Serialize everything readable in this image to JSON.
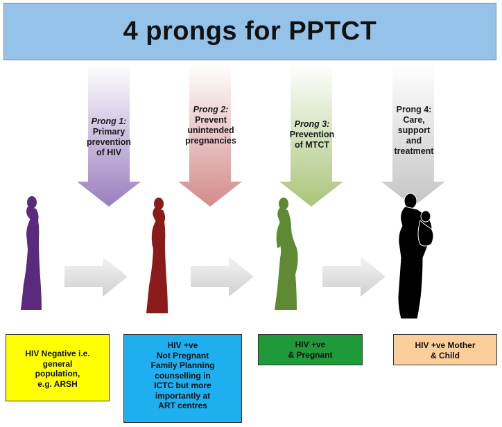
{
  "title": "4 prongs for PPTCT",
  "prongs": [
    {
      "number": "Prong 1:",
      "lines": [
        "Primary",
        "prevention",
        "of HIV"
      ],
      "color": "#9a7fbf",
      "number_italic": true
    },
    {
      "number": "Prong 2:",
      "lines": [
        "Prevent",
        "unintended",
        "pregnancies"
      ],
      "color": "#d48a8a",
      "number_italic": true
    },
    {
      "number": "Prong 3:",
      "lines": [
        "Prevention",
        "of MTCT"
      ],
      "color": "#a9c57a",
      "number_italic": true
    },
    {
      "number": "Prong 4:",
      "lines": [
        "Care,",
        "support",
        "and",
        "treatment"
      ],
      "color": "#cfcfcf",
      "number_italic": false
    }
  ],
  "figures": [
    {
      "name": "woman-silhouette",
      "color": "#5b2a7c"
    },
    {
      "name": "woman-silhouette",
      "color": "#8b1a1a"
    },
    {
      "name": "pregnant-woman-silhouette",
      "color": "#5e8a33"
    },
    {
      "name": "mother-and-child-silhouette",
      "color": "#000000"
    }
  ],
  "boxes": [
    {
      "lines": [
        "HIV Negative i.e.",
        "general",
        "population,",
        "e.g. ARSH"
      ],
      "color": "#ffff00"
    },
    {
      "lines": [
        "HIV +ve",
        "Not Pregnant",
        "Family Planning",
        "counselling in",
        "ICTC but more",
        "importantly at",
        "ART centres"
      ],
      "color": "#1eaff0"
    },
    {
      "lines": [
        "HIV +ve",
        "& Pregnant"
      ],
      "color": "#1f9a3a"
    },
    {
      "lines": [
        "HIV +ve Mother",
        "& Child"
      ],
      "color": "#fbcf9b"
    }
  ]
}
